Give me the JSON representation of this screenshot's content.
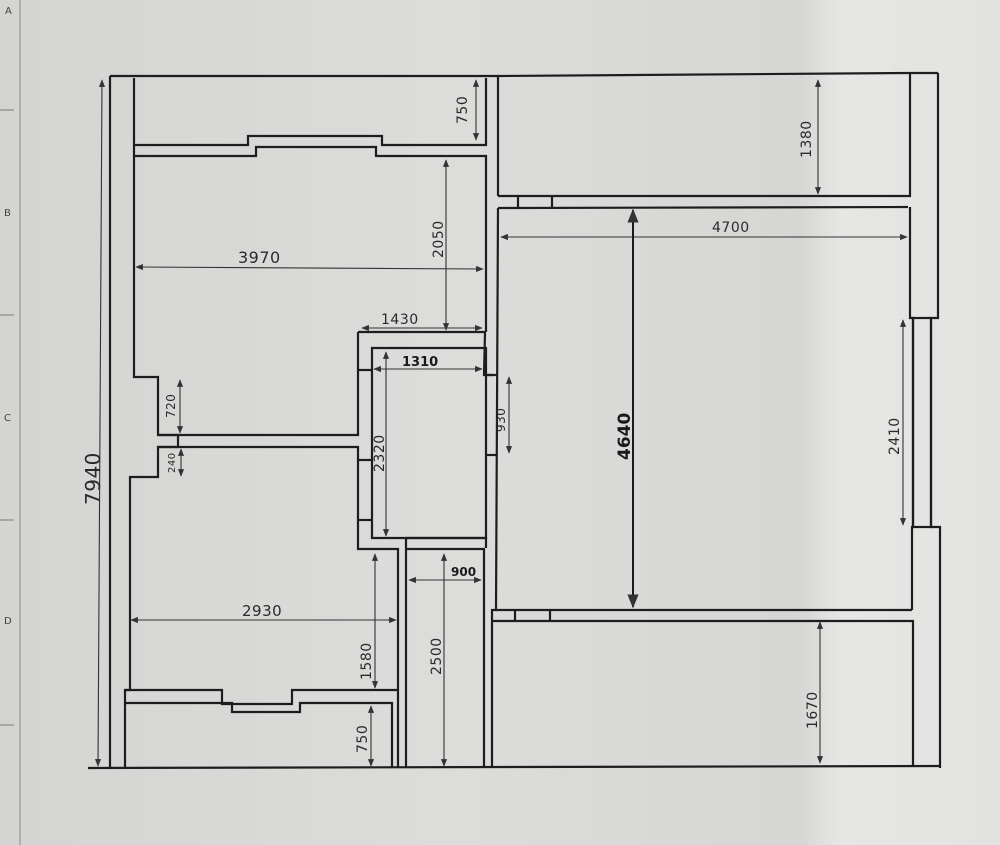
{
  "margin_letters": [
    "A",
    "B",
    "C",
    "D"
  ],
  "dimensions": {
    "overall_height": "7940",
    "top_left_strip": "750",
    "top_right_strip": "1380",
    "upper_left_room_height": "2050",
    "upper_left_room_width": "3970",
    "corridor_width": "1430",
    "bath_width": "1310",
    "bath_height": "2320",
    "door_930": "930",
    "recess_720": "720",
    "recess_240": "240",
    "big_room_width": "4700",
    "big_room_height": "4640",
    "window_2410": "2410",
    "closet_900": "900",
    "closet_2500": "2500",
    "lower_left_room_width": "2930",
    "lower_left_room_height": "1580",
    "bottom_left_strip": "750",
    "bottom_right_strip": "1670"
  }
}
